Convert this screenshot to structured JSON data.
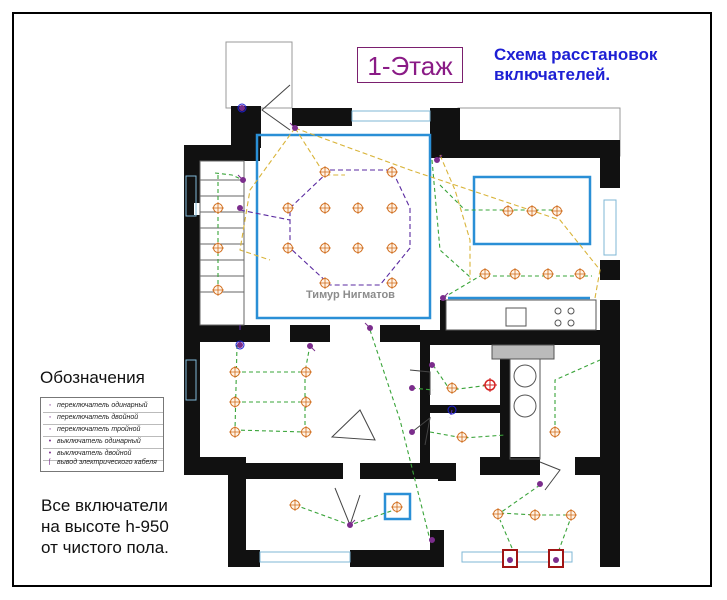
{
  "floor_title": "1-Этаж",
  "scheme_title_line1": "Схема расстановок",
  "scheme_title_line2": "включателей.",
  "legend": {
    "title": "Обозначения",
    "items": [
      {
        "icon": "single-switch-icon",
        "label": "переключатель одинарный"
      },
      {
        "icon": "double-switch-icon",
        "label": "переключатель двойной"
      },
      {
        "icon": "triple-switch-icon",
        "label": "переключатель тройной"
      },
      {
        "icon": "single-breaker-icon",
        "label": "выключатель одинарный"
      },
      {
        "icon": "double-breaker-icon",
        "label": "выключатель двойной"
      },
      {
        "icon": "cable-outlet-icon",
        "label": "вывод электрического кабеля"
      }
    ]
  },
  "note_line1": "Все включатели",
  "note_line2": "на высоте h-950",
  "note_line3": "от чистого пола.",
  "author": "Тимур Нигматов",
  "colors": {
    "wall": "#111111",
    "ceiling_outline": "#2a8fd6",
    "lamp": "#d06b1a",
    "wire_green": "#3aa43a",
    "wire_yellow": "#d9b43a",
    "wire_purple": "#5a2aa0",
    "switch": "#7b2d8c",
    "title_purple": "#8a1b86",
    "title_blue": "#1d1fd4"
  }
}
